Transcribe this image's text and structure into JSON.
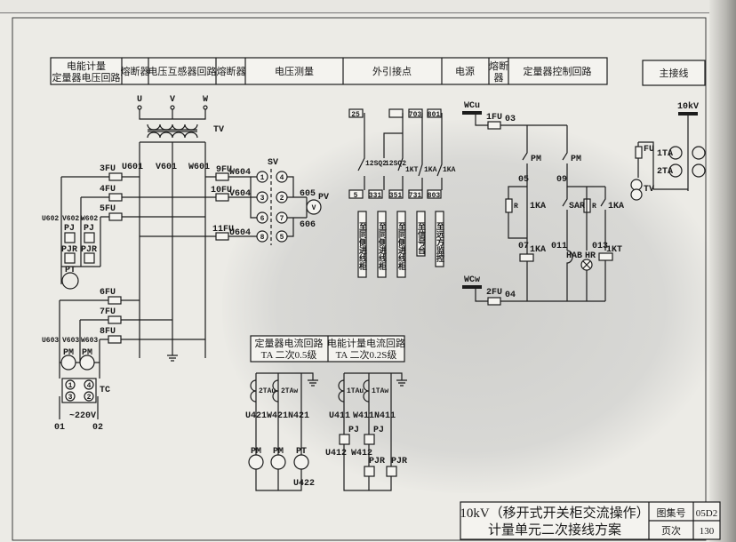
{
  "header": {
    "cells": [
      "电能计量",
      "定量器电压回路",
      "熔断器",
      "电压互感器回路",
      "熔断器",
      "电压测量",
      "外引接点",
      "电源",
      "熔断",
      "器",
      "定量器控制回路"
    ],
    "main_wiring": "主接线"
  },
  "voltage": {
    "U": "U",
    "V": "V",
    "W": "W",
    "TV": "TV",
    "U601": "U601",
    "V601": "V601",
    "W601": "W601",
    "fu3": "3FU",
    "fu4": "4FU",
    "fu5": "5FU",
    "fu6": "6FU",
    "fu7": "7FU",
    "fu8": "8FU",
    "fu9": "9FU",
    "fu10": "10FU",
    "fu11": "11FU",
    "W604": "W604",
    "V604": "V604",
    "U604": "U604",
    "U602": "U602",
    "V602": "V602",
    "W602": "W602",
    "U603": "U603",
    "V603": "V603",
    "W603": "W603",
    "PJ": "PJ",
    "PJR": "PJR",
    "PT": "PT",
    "PM": "PM",
    "TC": "TC",
    "v220": "~220V",
    "n01": "01",
    "n02": "02",
    "SV": "SV",
    "PV": "PV",
    "n605": "605",
    "n606": "606",
    "sv_contacts": [
      "1",
      "3",
      "6",
      "8",
      "4",
      "2",
      "7",
      "5"
    ],
    "tc_contacts": [
      "1",
      "4",
      "3",
      "2"
    ]
  },
  "contacts": {
    "top_terminals": [
      "25",
      "",
      "703",
      "801"
    ],
    "bottom_terminals": [
      "5",
      "331",
      "351",
      "731",
      "803"
    ],
    "switches": [
      "12SQ2",
      "12SQ2",
      "1KT",
      "1KA",
      "1KA"
    ],
    "destinations": [
      "至同侧进线柜",
      "至同侧进线柜",
      "至同侧进线柜",
      "至信号台",
      "至远方监控"
    ]
  },
  "control": {
    "WCu": "WCu",
    "WCw": "WCw",
    "fu1": "1FU",
    "fu2": "2FU",
    "n03": "03",
    "n04": "04",
    "n05": "05",
    "n07": "07",
    "n09": "09",
    "n011": "011",
    "n013": "013",
    "PM": "PM",
    "R": "R",
    "KA1": "1KA",
    "SAR": "SAR",
    "HAB": "HAB",
    "HR": "HR",
    "KT1": "1KT"
  },
  "main_wiring": {
    "bus": "10kV",
    "FU": "FU",
    "TA1": "1TA",
    "TA2": "2TA",
    "TV": "TV"
  },
  "current": {
    "box_left_1": "定量器电流回路",
    "box_left_2": "TA 二次0.5级",
    "box_right_1": "电能计量电流回路",
    "box_right_2": "TA 二次0.2S级",
    "TAu2": "2TAu",
    "TAw2": "2TAw",
    "TAu1": "1TAu",
    "TAw1": "1TAw",
    "U421": "U421",
    "W421": "W421",
    "N421": "N421",
    "U422": "U422",
    "U411": "U411",
    "W411": "W411",
    "N411": "N411",
    "U412": "U412",
    "W412": "W412",
    "PM": "PM",
    "PT": "PT",
    "PJ": "PJ",
    "PJR": "PJR"
  },
  "title_block": {
    "title_line1": "10kV（移开式开关柜交流操作）",
    "title_line2": "计量单元二次接线方案",
    "atlas_label": "图集号",
    "atlas_no": "05D2",
    "page_label": "页次",
    "page_no": "130"
  }
}
